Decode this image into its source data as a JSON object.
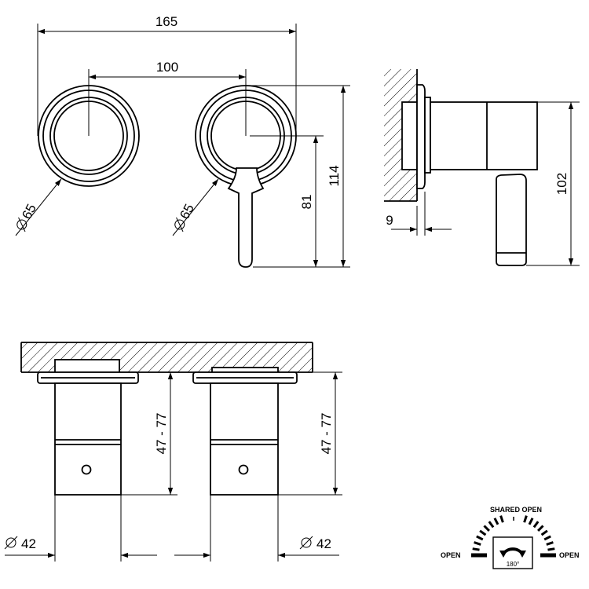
{
  "dimensions": {
    "overall_width": "165",
    "center_distance": "100",
    "left_rosette_diameter": "65",
    "right_rosette_diameter": "65",
    "lever_height": "81",
    "total_height": "114",
    "side_projection": "9",
    "side_height": "102",
    "left_depth": "47 - 77",
    "right_depth": "47 - 77",
    "left_body_diameter": "42",
    "right_body_diameter": "42"
  },
  "legend": {
    "shared_open": "SHARED OPEN",
    "open_left": "OPEN",
    "open_right": "OPEN",
    "rotation": "180°"
  },
  "icons": {
    "rotation": "rotation-arrow-icon",
    "hatch": "wall-hatch"
  }
}
